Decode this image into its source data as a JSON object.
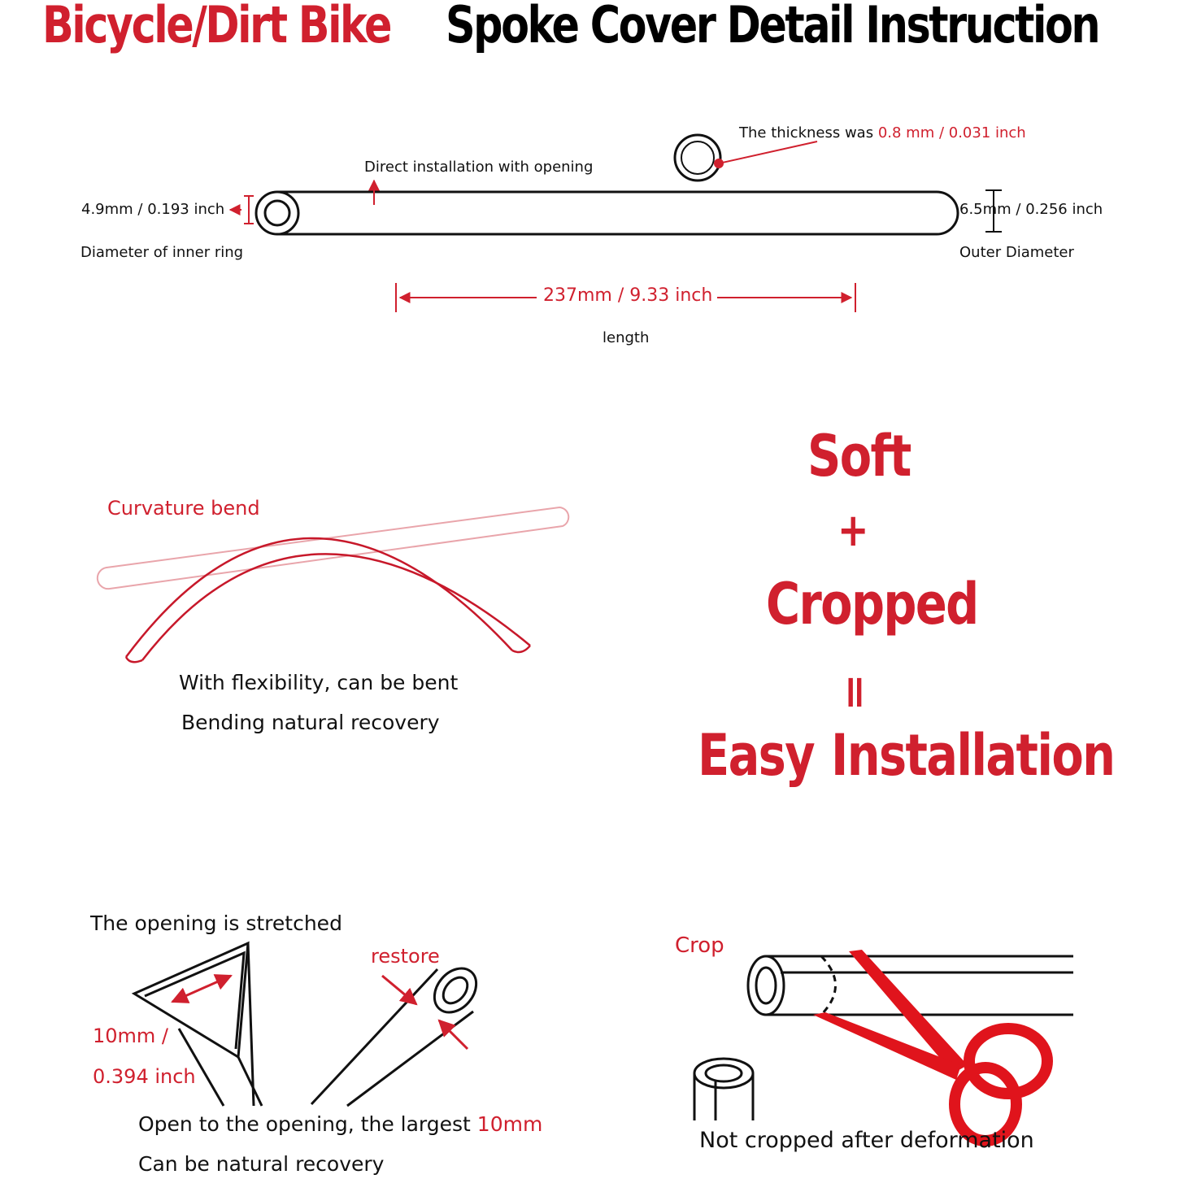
{
  "title": {
    "part1": "Bicycle/Dirt Bike",
    "part2": "Spoke Cover Detail Instruction"
  },
  "tube_dims": {
    "thickness_prefix": "The thickness was ",
    "thickness_value": "0.8 mm / 0.031 inch",
    "opening_label": "Direct installation with opening",
    "inner_value": "4.9mm / 0.193 inch",
    "inner_label": "Diameter of inner ring",
    "outer_value": "6.5mm / 0.256 inch",
    "outer_label": "Outer Diameter",
    "length_value": "237mm / 9.33 inch",
    "length_label": "length"
  },
  "bend": {
    "label": "Curvature bend",
    "line1": "With flexibility, can be bent",
    "line2": "Bending natural recovery"
  },
  "slogan": {
    "line1": "Soft",
    "plus": "+",
    "line2": "Cropped",
    "equals": "=",
    "line3a": "Easy",
    "line3b": "Installation"
  },
  "opening": {
    "label": "The opening is stretched",
    "restore": "restore",
    "dim1": "10mm /",
    "dim2": "0.394 inch",
    "line1_prefix": "Open to the opening, the largest ",
    "line1_value": "10mm",
    "line2": "Can be natural recovery"
  },
  "crop": {
    "label": "Crop",
    "caption": "Not cropped after deformation"
  },
  "colors": {
    "accent": "#d0202e",
    "ink": "#111111"
  }
}
